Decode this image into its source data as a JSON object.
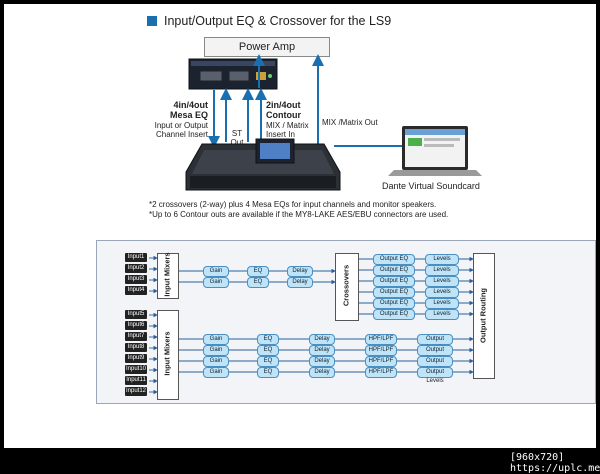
{
  "title": "Input/Output EQ & Crossover for the LS9",
  "power_amp": "Power Amp",
  "labels": {
    "mesa_eq": "4in/4out\nMesa EQ",
    "insert": "Input or Output\nChannel Insert",
    "st_out": "ST\nOut",
    "contour": "2in/4out\nContour",
    "matrix_insert": "MIX / Matrix\nInsert In",
    "matrix_out": "MIX /Matrix Out",
    "dante": "Dante Virtual Soundcard"
  },
  "notes": [
    "*2 crossovers (2-way) plus 4 Mesa EQs for input channels and monitor speakers.",
    "*Up to 6 Contour outs are available if the MY8-LAKE AES/EBU connectors are used."
  ],
  "diagram": {
    "inputs_top": [
      "Input1",
      "Input2",
      "Input3",
      "Input4"
    ],
    "inputs_bottom": [
      "Input5",
      "Input6",
      "Input7",
      "Input8",
      "Input9",
      "Input10",
      "Input11",
      "Input12"
    ],
    "input_mixers": "Input Mixers",
    "crossovers": "Crossovers",
    "output_routing": "Output Routing",
    "gain": "Gain",
    "eq": "EQ",
    "delay": "Delay",
    "hpf_lpf": "HPF/LPF",
    "output_eq": "Output EQ",
    "levels": "Levels",
    "output_levels": "Output Levels"
  },
  "footer": "[960x720] https://uplc.me/"
}
